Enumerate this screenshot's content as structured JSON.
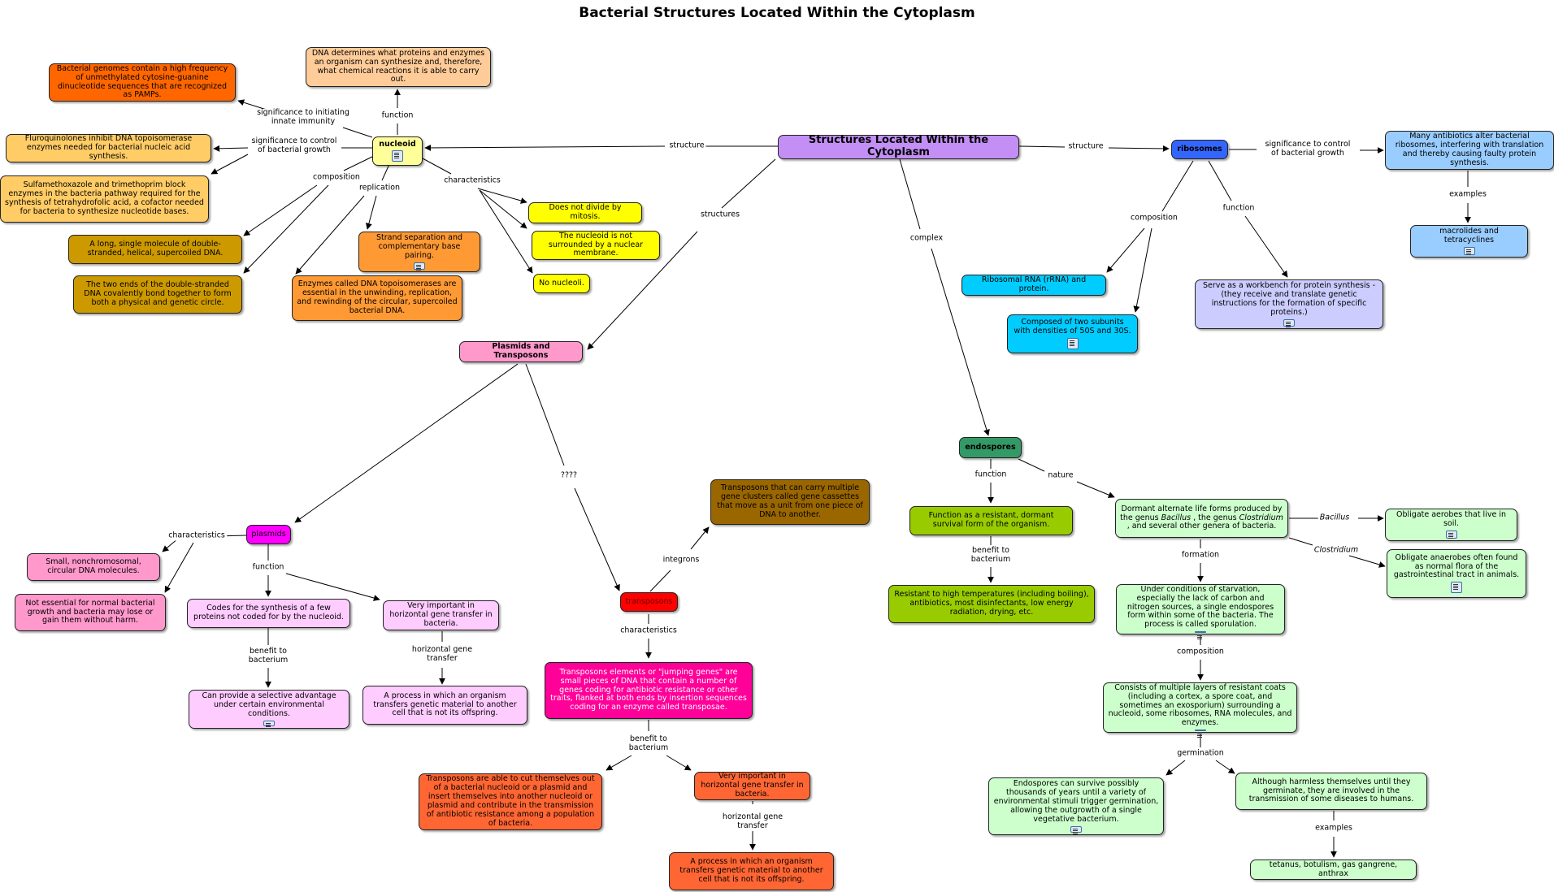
{
  "title": "Bacterial Structures Located Within the Cytoplasm",
  "colors": {
    "root": "#c38ff5",
    "nucleoid": "#ffff99",
    "orange_dark": "#ff6600",
    "peach": "#ffcc99",
    "gold": "#ffcc66",
    "mustard": "#cc9900",
    "orange": "#ff9933",
    "yellow": "#ffff00",
    "pink": "#ff99cc",
    "magenta": "#ff00ff",
    "light_pink": "#ffccff",
    "red": "#ff0000",
    "brown": "#996600",
    "hot_pink": "#ff0099",
    "orange_red": "#ff6633",
    "green_dark": "#339966",
    "lime": "#99cc00",
    "mint": "#ccffcc",
    "blue": "#3366ff",
    "cyan": "#00ccff",
    "lavender": "#ccccff",
    "sky": "#99ccff"
  },
  "nodes": {
    "root": "Structures Located Within the Cytoplasm",
    "nucleoid": "nucleoid",
    "n_pamps": "Bacterial genomes contain a high frequency of unmethylated cytosine-guanine dinucleotide sequences that are recognized as PAMPs.",
    "n_dna_determines": "DNA determines what proteins and enzymes an organism can synthesize and, therefore, what chemical reactions it is able to carry out.",
    "n_fluoro": "Fluroquinolones inhibit DNA topoisomerase enzymes needed for bacterial nucleic acid synthesis.",
    "n_sulfa": "Sulfamethoxazole and trimethoprim block enzymes in the bacteria pathway required for the synthesis of tetrahydrofolic acid, a cofactor needed for bacteria to synthesize nucleotide bases.",
    "n_single_molecule": "A long, single molecule of double-stranded, helical, supercoiled DNA.",
    "n_two_ends": "The two ends of the double-stranded DNA covalently bond together to form both a physical and genetic circle.",
    "n_strand_sep": "Strand separation and complementary base pairing.",
    "n_topo": "Enzymes called DNA topoisomerases are essential in the unwinding, replication, and rewinding of the circular, supercoiled bacterial DNA.",
    "n_mitosis": "Does not divide by mitosis.",
    "n_membrane": "The nucleoid is not surrounded by a nuclear membrane.",
    "n_nucleoli": "No nucleoli.",
    "plasmids_transposons": "Plasmids and Transposons",
    "plasmids": "plasmids",
    "p_small": "Small, nonchromosomal, circular DNA molecules.",
    "p_not_essential": "Not essential for normal bacterial growth and bacteria may lose or gain them without harm.",
    "p_codes": "Codes for the synthesis of a few proteins not coded for by the nucleoid.",
    "p_hgt": "Very important in horizontal gene transfer in bacteria.",
    "p_advantage": "Can provide a selective advantage under certain environmental conditions.",
    "p_process": "A process in which an organism transfers genetic material to another cell that is not its offspring.",
    "transposons": "transposons",
    "t_integrons": "Transposons that can carry multiple gene clusters called gene cassettes that move as a unit from one piece of DNA to another.",
    "t_jumping": "Transposons elements or \"jumping genes\" are small pieces of DNA that contain a number of genes coding for antibiotic resistance or other traits, flanked at both ends by insertion sequences coding for an enzyme called transposae.",
    "t_cut": "Transposons are able to cut themselves out of a bacterial nucleoid or a plasmid and insert themselves into another nucleoid or plasmid and contribute in the transmission of antibiotic resistance among a population of bacteria.",
    "t_hgt": "Very important in horizontal gene transfer in bacteria.",
    "t_process": "A process in which an organism transfers genetic material to another cell that is not its offspring.",
    "endospores": "endospores",
    "e_function": "Function as a resistant, dormant survival form of the organism.",
    "e_resistant": "Resistant to high temperatures (including boiling), antibiotics, most disinfectants, low energy radiation, drying, etc.",
    "e_dormant_pre": "Dormant alternate life forms produced by the genus ",
    "e_dormant_bac": "Bacillus",
    "e_dormant_mid": " , the genus ",
    "e_dormant_clo": "Clostridium",
    "e_dormant_post": " , and several other genera of bacteria.",
    "e_aerobes": "Obligate aerobes that live in soil.",
    "e_anaerobes": "Obligate anaerobes often found as normal flora of the gastrointestinal tract in animals.",
    "e_starvation": "Under conditions of starvation, especially the lack of carbon and nitrogen sources, a single endospores form within some of the bacteria. The process is called sporulation.",
    "e_layers": "Consists of multiple layers of resistant coats (including a cortex, a spore coat, and sometimes an exosporium) surrounding a nucleoid, some ribosomes, RNA molecules, and enzymes.",
    "e_survive": "Endospores can survive possibly thousands of years until a variety of environmental stimuli trigger germination, allowing the outgrowth of a single vegetative bacterium.",
    "e_harmless": "Although harmless themselves until they germinate, they are involved in the transmission of some diseases to humans.",
    "e_tetanus": "tetanus, botulism, gas gangrene, anthrax",
    "ribosomes": "ribosomes",
    "r_rrna": "Ribosomal RNA (rRNA) and protein.",
    "r_subunits": "Composed of two subunits with densities of 50S and 30S.",
    "r_workbench": "Serve as a workbench for protein synthesis - (they receive and translate genetic instructions for the formation of specific proteins.)",
    "r_antibiotics": "Many antibiotics alter bacterial ribosomes, interfering with translation and thereby causing faulty protein synthesis.",
    "r_macrolides": "macrolides and tetracyclines"
  },
  "links": {
    "structure_l": "structure",
    "structure_r": "structure",
    "structures": "structures",
    "complex": "complex",
    "sig_immunity": "significance to initiating innate immunity",
    "function_n": "function",
    "sig_growth_n": "significance to control of bacterial growth",
    "composition_n": "composition",
    "replication": "replication",
    "characteristics_n": "characteristics",
    "unknown": "????",
    "characteristics_p": "characteristics",
    "function_p": "function",
    "benefit_p": "benefit to bacterium",
    "hgt_p": "horizontal gene transfer",
    "integrons": "integrons",
    "characteristics_t": "characteristics",
    "benefit_t": "benefit to bacterium",
    "hgt_t": "horizontal gene transfer",
    "function_e": "function",
    "nature": "nature",
    "benefit_e": "benefit to bacterium",
    "bacillus": "Bacillus",
    "clostridium": "Clostridium",
    "formation": "formation",
    "composition_e": "composition",
    "germination": "germination",
    "examples_e": "examples",
    "sig_growth_r": "significance to control of bacterial growth",
    "composition_r": "composition",
    "function_r": "function",
    "examples_r": "examples"
  }
}
